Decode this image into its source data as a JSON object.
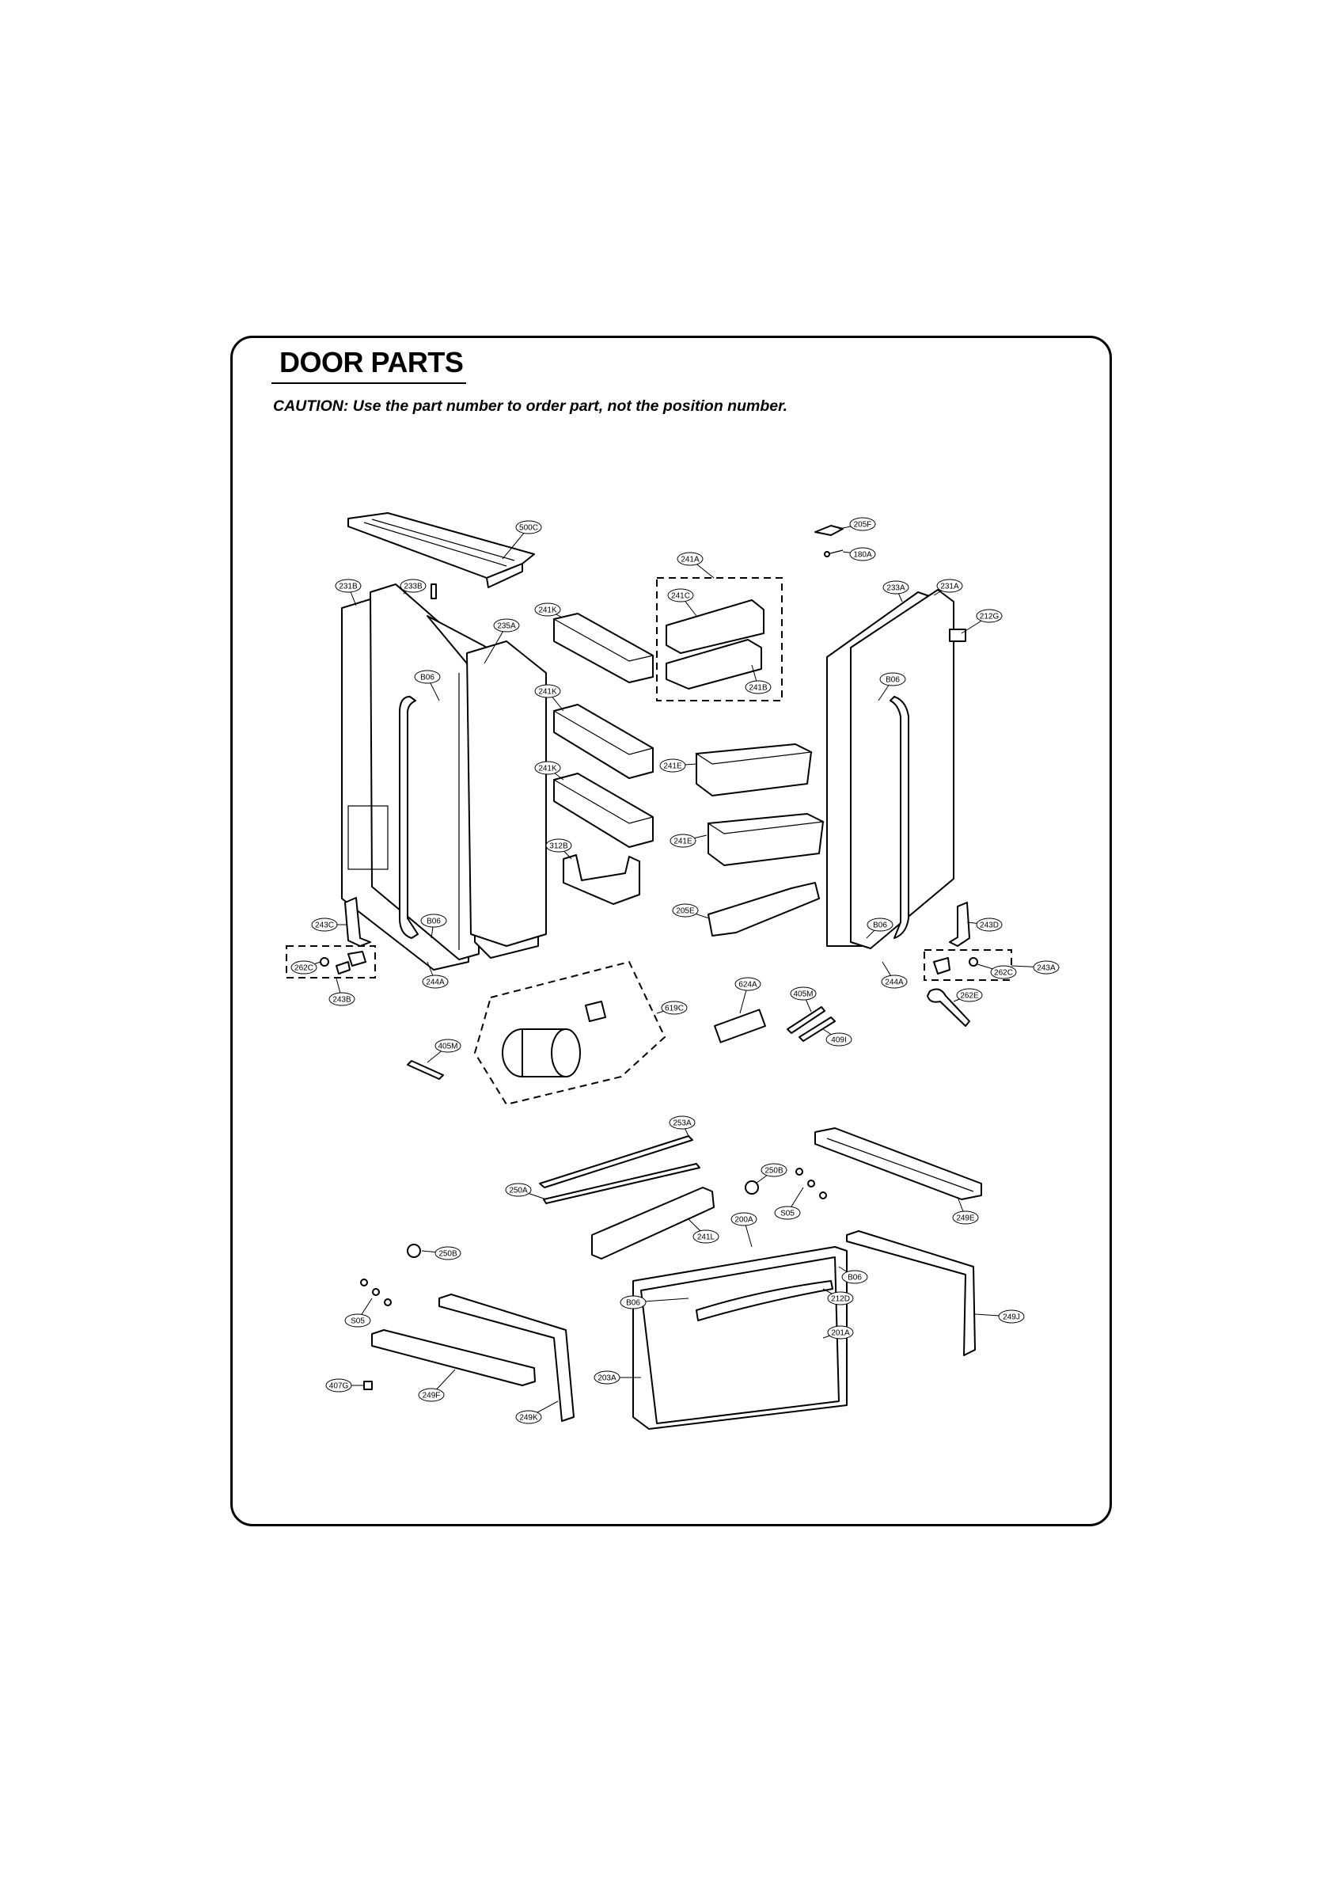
{
  "page": {
    "title": "DOOR PARTS",
    "caution": "CAUTION: Use the part number to order part, not the position number."
  },
  "callouts": [
    {
      "id": "c-500c",
      "text": "500C"
    },
    {
      "id": "c-205f",
      "text": "205F"
    },
    {
      "id": "c-180a",
      "text": "180A"
    },
    {
      "id": "c-241a",
      "text": "241A"
    },
    {
      "id": "c-231b",
      "text": "231B"
    },
    {
      "id": "c-233b",
      "text": "233B"
    },
    {
      "id": "c-241k-1",
      "text": "241K"
    },
    {
      "id": "c-235a",
      "text": "235A"
    },
    {
      "id": "c-241c",
      "text": "241C"
    },
    {
      "id": "c-233a",
      "text": "233A"
    },
    {
      "id": "c-231a",
      "text": "231A"
    },
    {
      "id": "c-212g",
      "text": "212G"
    },
    {
      "id": "c-b06-1",
      "text": "B06"
    },
    {
      "id": "c-241k-2",
      "text": "241K"
    },
    {
      "id": "c-241b",
      "text": "241B"
    },
    {
      "id": "c-b06-2",
      "text": "B06"
    },
    {
      "id": "c-241e-1",
      "text": "241E"
    },
    {
      "id": "c-241k-3",
      "text": "241K"
    },
    {
      "id": "c-241e-2",
      "text": "241E"
    },
    {
      "id": "c-312b",
      "text": "312B"
    },
    {
      "id": "c-205e",
      "text": "205E"
    },
    {
      "id": "c-243c",
      "text": "243C"
    },
    {
      "id": "c-b06-3",
      "text": "B06"
    },
    {
      "id": "c-b06-4",
      "text": "B06"
    },
    {
      "id": "c-243d",
      "text": "243D"
    },
    {
      "id": "c-262c-1",
      "text": "262C"
    },
    {
      "id": "c-262c-2",
      "text": "262C"
    },
    {
      "id": "c-243a",
      "text": "243A"
    },
    {
      "id": "c-244a-1",
      "text": "244A"
    },
    {
      "id": "c-624a",
      "text": "624A"
    },
    {
      "id": "c-405m-1",
      "text": "405M"
    },
    {
      "id": "c-244a-2",
      "text": "244A"
    },
    {
      "id": "c-243b",
      "text": "243B"
    },
    {
      "id": "c-619c",
      "text": "619C"
    },
    {
      "id": "c-262e",
      "text": "262E"
    },
    {
      "id": "c-409i",
      "text": "409I"
    },
    {
      "id": "c-405m-2",
      "text": "405M"
    },
    {
      "id": "c-253a",
      "text": "253A"
    },
    {
      "id": "c-250b-1",
      "text": "250B"
    },
    {
      "id": "c-250a",
      "text": "250A"
    },
    {
      "id": "c-s05-1",
      "text": "S05"
    },
    {
      "id": "c-249e",
      "text": "249E"
    },
    {
      "id": "c-200a",
      "text": "200A"
    },
    {
      "id": "c-241l",
      "text": "241L"
    },
    {
      "id": "c-250b-2",
      "text": "250B"
    },
    {
      "id": "c-b06-5",
      "text": "B06"
    },
    {
      "id": "c-b06-6",
      "text": "B06"
    },
    {
      "id": "c-212d",
      "text": "212D"
    },
    {
      "id": "c-249j",
      "text": "249J"
    },
    {
      "id": "c-s05-2",
      "text": "S05"
    },
    {
      "id": "c-201a",
      "text": "201A"
    },
    {
      "id": "c-203a",
      "text": "203A"
    },
    {
      "id": "c-407g",
      "text": "407G"
    },
    {
      "id": "c-249f",
      "text": "249F"
    },
    {
      "id": "c-249k",
      "text": "249K"
    }
  ]
}
